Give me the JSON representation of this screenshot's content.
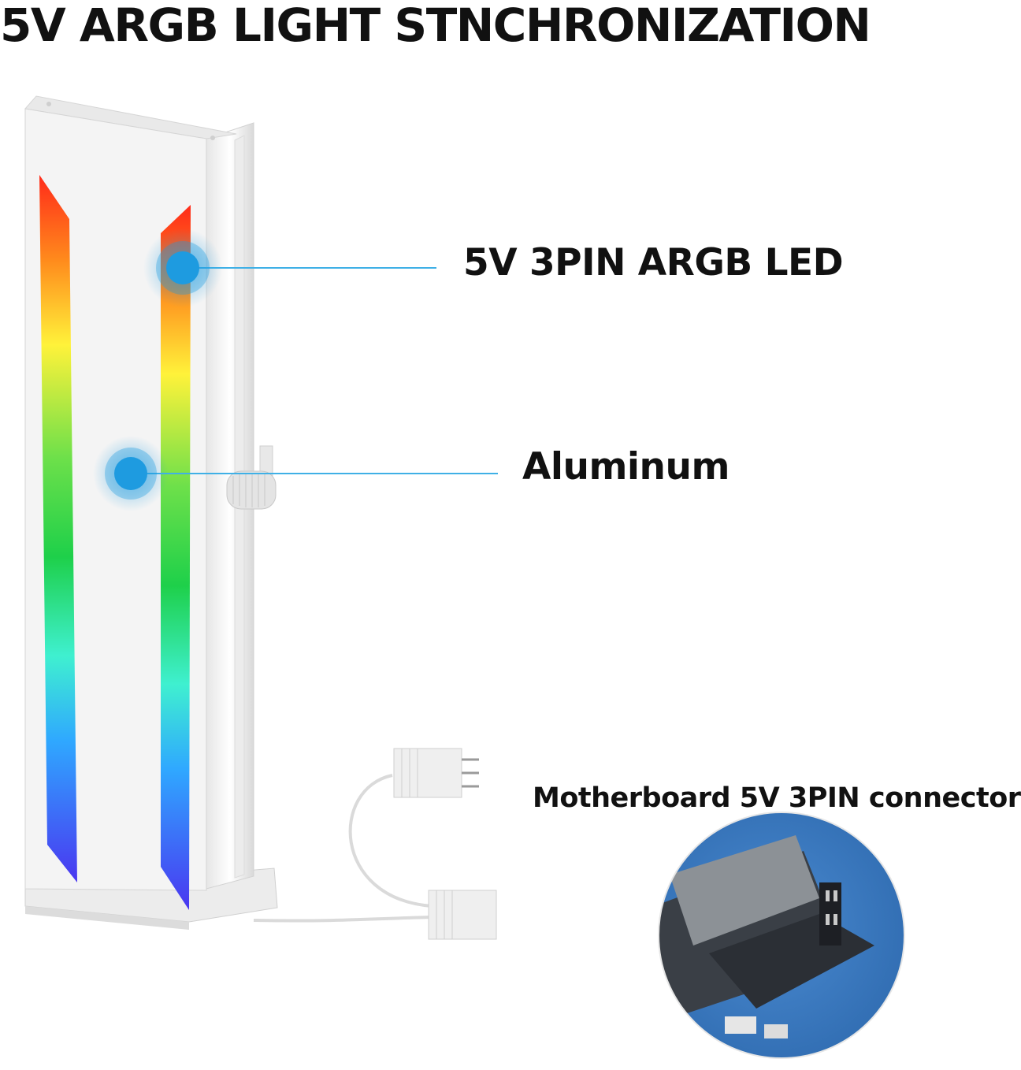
{
  "title": "5V ARGB  LIGHT STNCHRONIZATION",
  "callouts": {
    "led": "5V 3PIN ARGB LED",
    "material": "Aluminum",
    "connector": "Motherboard 5V 3PIN connector"
  },
  "colors": {
    "callout_line": "#3fb0e6",
    "marker": "#1e9be0",
    "product_body": "#f4f4f4",
    "board": "#3b7bc4"
  }
}
